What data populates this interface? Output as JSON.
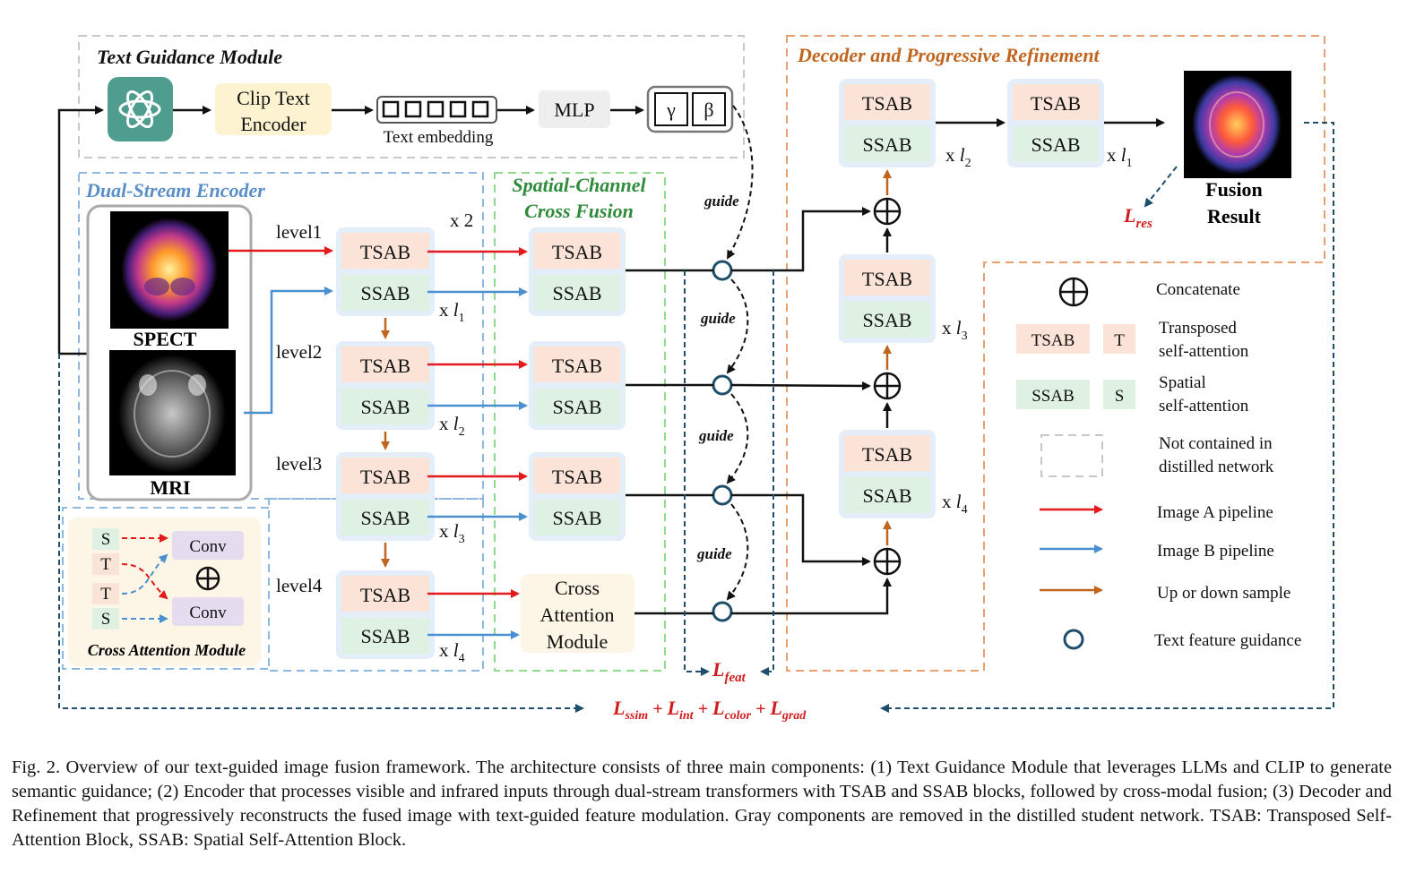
{
  "modules": {
    "text_guidance": "Text Guidance Module",
    "dual_stream": "Dual-Stream Encoder",
    "spatial_channel_1": "Spatial-Channel",
    "spatial_channel_2": "Cross Fusion",
    "decoder": "Decoder and Progressive Refinement",
    "cross_attention": "Cross Attention Module"
  },
  "text_guidance": {
    "clip_1": "Clip Text",
    "clip_2": "Encoder",
    "embedding": "Text embedding",
    "mlp": "MLP",
    "gamma": "γ",
    "beta": "β"
  },
  "inputs": {
    "spect": "SPECT",
    "mri": "MRI"
  },
  "levels": [
    "level1",
    "level2",
    "level3",
    "level4"
  ],
  "blocks": {
    "tsab": "TSAB",
    "ssab": "SSAB",
    "t": "T",
    "s": "S",
    "conv": "Conv",
    "concat": "⊕"
  },
  "repeats": {
    "x2": "x 2",
    "x_prefix": "x",
    "l1": "l",
    "l1_sub": "1",
    "l2": "l",
    "l2_sub": "2",
    "l3": "l",
    "l3_sub": "3",
    "l4": "l",
    "l4_sub": "4"
  },
  "guide": "guide",
  "cross_attention_block": [
    "Cross",
    "Attention",
    "Module"
  ],
  "fusion_result": [
    "Fusion",
    "Result"
  ],
  "losses": {
    "res_main": "L",
    "res_sub": "res",
    "feat_main": "L",
    "feat_sub": "feat",
    "total": [
      {
        "main": "L",
        "sub": "ssim"
      },
      {
        "op": " + "
      },
      {
        "main": "L",
        "sub": "int"
      },
      {
        "op": " + "
      },
      {
        "main": "L",
        "sub": "color"
      },
      {
        "op": " + "
      },
      {
        "main": "L",
        "sub": "grad"
      }
    ]
  },
  "legend": {
    "concatenate": "Concatenate",
    "transposed_1": "Transposed",
    "transposed_2": "self-attention",
    "spatial_1": "Spatial",
    "spatial_2": "self-attention",
    "not_contained_1": "Not contained in",
    "not_contained_2": "distilled network",
    "image_a": "Image A pipeline",
    "image_b": "Image B pipeline",
    "updown": "Up or down sample",
    "text_feature": "Text feature guidance"
  },
  "colors": {
    "red": "#e31a1c",
    "blue": "#4a90d0",
    "orange": "#c0651f",
    "navy": "#1f4e6b",
    "tsab_fill": "#fbe3d7",
    "ssab_fill": "#dff1e3",
    "block_bg": "#e4eef8",
    "conv_fill": "#e6dcf0",
    "cam_fill": "#fdf5e6",
    "clip_fill": "#fdf3d0"
  },
  "caption": "Fig. 2.  Overview of our text-guided image fusion framework. The architecture consists of three main components: (1) Text Guidance Module that leverages LLMs and CLIP to generate semantic guidance; (2) Encoder that processes visible and infrared inputs through dual-stream transformers with TSAB and SSAB blocks, followed by cross-modal fusion; (3) Decoder and Refinement that progressively reconstructs the fused image with text-guided feature modulation. Gray components are removed in the distilled student network. TSAB: Transposed Self-Attention Block, SSAB: Spatial Self-Attention Block."
}
